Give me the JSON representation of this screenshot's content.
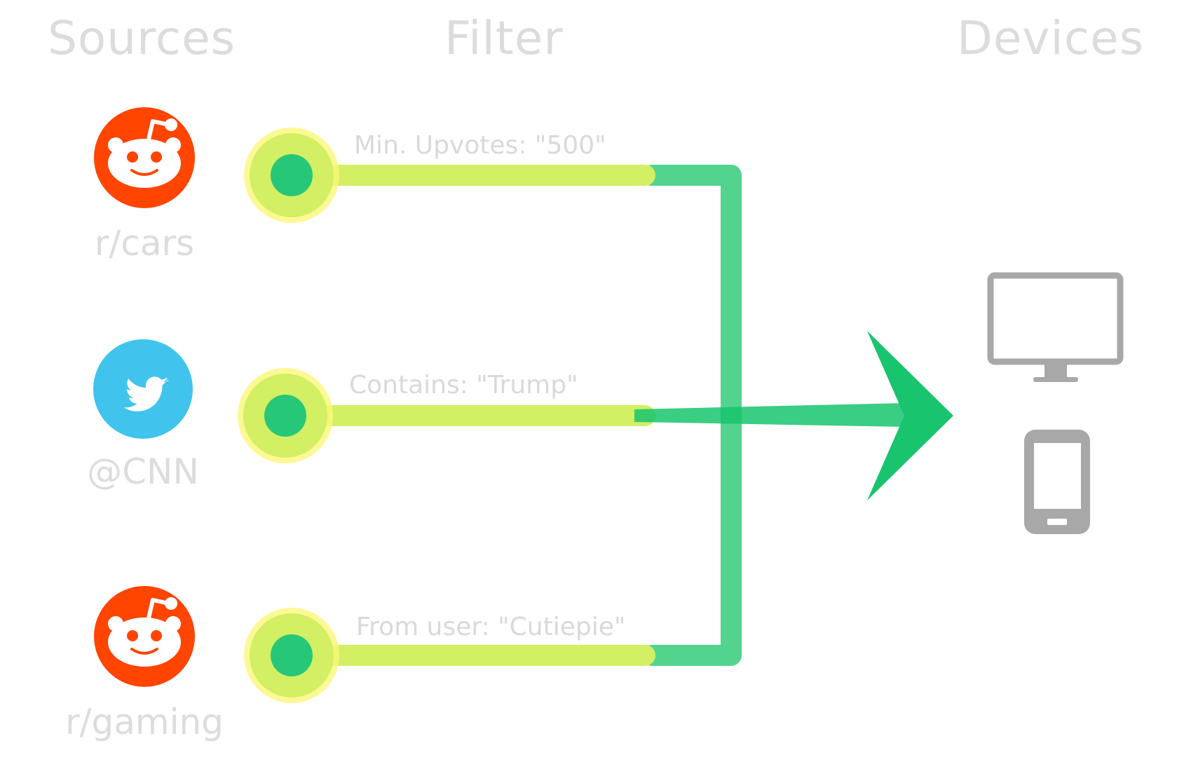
{
  "headings": {
    "sources": "Sources",
    "filter": "Filter",
    "devices": "Devices"
  },
  "sources": [
    {
      "label": "r/cars",
      "icon": "reddit-icon",
      "color": "#ff4500"
    },
    {
      "label": "@CNN",
      "icon": "twitter-icon",
      "color": "#40c4ee"
    },
    {
      "label": "r/gaming",
      "icon": "reddit-icon",
      "color": "#ff4500"
    }
  ],
  "filters": [
    {
      "label": "Min. Upvotes: \"500\""
    },
    {
      "label": "Contains: \"Trump\""
    },
    {
      "label": "From user: \"Cutiepie\""
    }
  ],
  "devices": [
    {
      "icon": "monitor-icon"
    },
    {
      "icon": "smartphone-icon"
    }
  ],
  "colors": {
    "heading_text": "#dcdcdc",
    "filter_bar": "#d3ef63",
    "connector": "#52d48e",
    "arrow": "#18c46e",
    "node_fill": "#26c878",
    "node_ring": "#d3ef63",
    "node_halo": "#fbf77a",
    "device_gray": "#a8a8a8"
  }
}
